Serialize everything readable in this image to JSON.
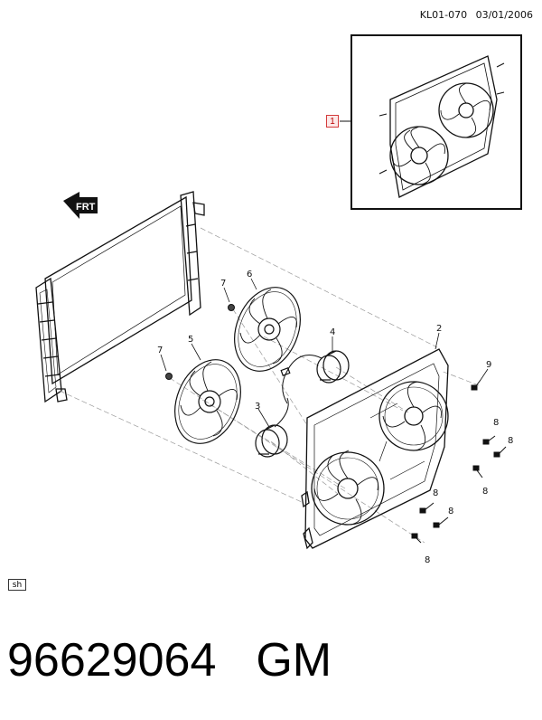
{
  "header": {
    "code": "KL01-070",
    "date": "03/01/2006"
  },
  "inset": {
    "callout": "1"
  },
  "direction_arrow": "FRT",
  "callouts": {
    "shroud": "2",
    "motor_right": "3",
    "motor_left": "4",
    "fan_right": "5",
    "fan_left": "6",
    "nut_upper": "7",
    "nut_lower": "7",
    "bolt_top": "9",
    "bolt_a": "8",
    "bolt_b": "8",
    "bolt_c": "8",
    "bolt_d": "8",
    "bolt_e": "8"
  },
  "footer_tag": "sh",
  "part": {
    "number": "96629064",
    "brand": "GM"
  }
}
